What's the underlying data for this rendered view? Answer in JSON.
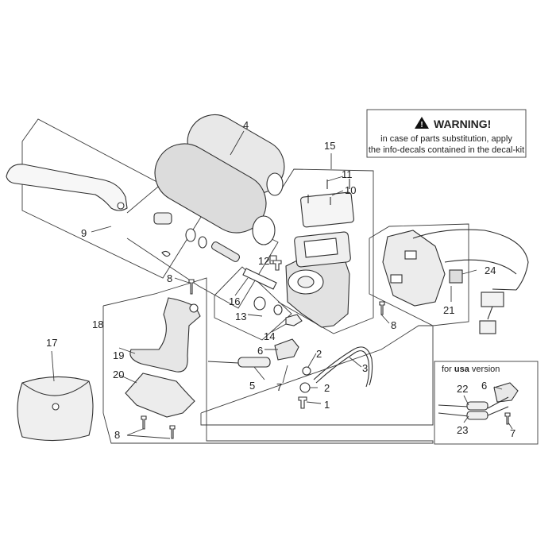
{
  "warning": {
    "title": "WARNING!",
    "line1": "in case of parts substitution, apply",
    "line2": "the info-decals contained in the decal-kit"
  },
  "usa_box": {
    "prefix": "for ",
    "emph": "usa",
    "suffix": " version"
  },
  "callouts": {
    "c1": "1",
    "c2a": "2",
    "c2b": "2",
    "c3": "3",
    "c4": "4",
    "c5": "5",
    "c6a": "6",
    "c6b": "6",
    "c7a": "7",
    "c7b": "7",
    "c8a": "8",
    "c8b": "8",
    "c8c": "8",
    "c9": "9",
    "c10": "10",
    "c11": "11",
    "c12": "12",
    "c13": "13",
    "c14": "14",
    "c15": "15",
    "c16": "16",
    "c17": "17",
    "c18": "18",
    "c19": "19",
    "c20": "20",
    "c21": "21",
    "c22": "22",
    "c23": "23",
    "c24": "24"
  }
}
